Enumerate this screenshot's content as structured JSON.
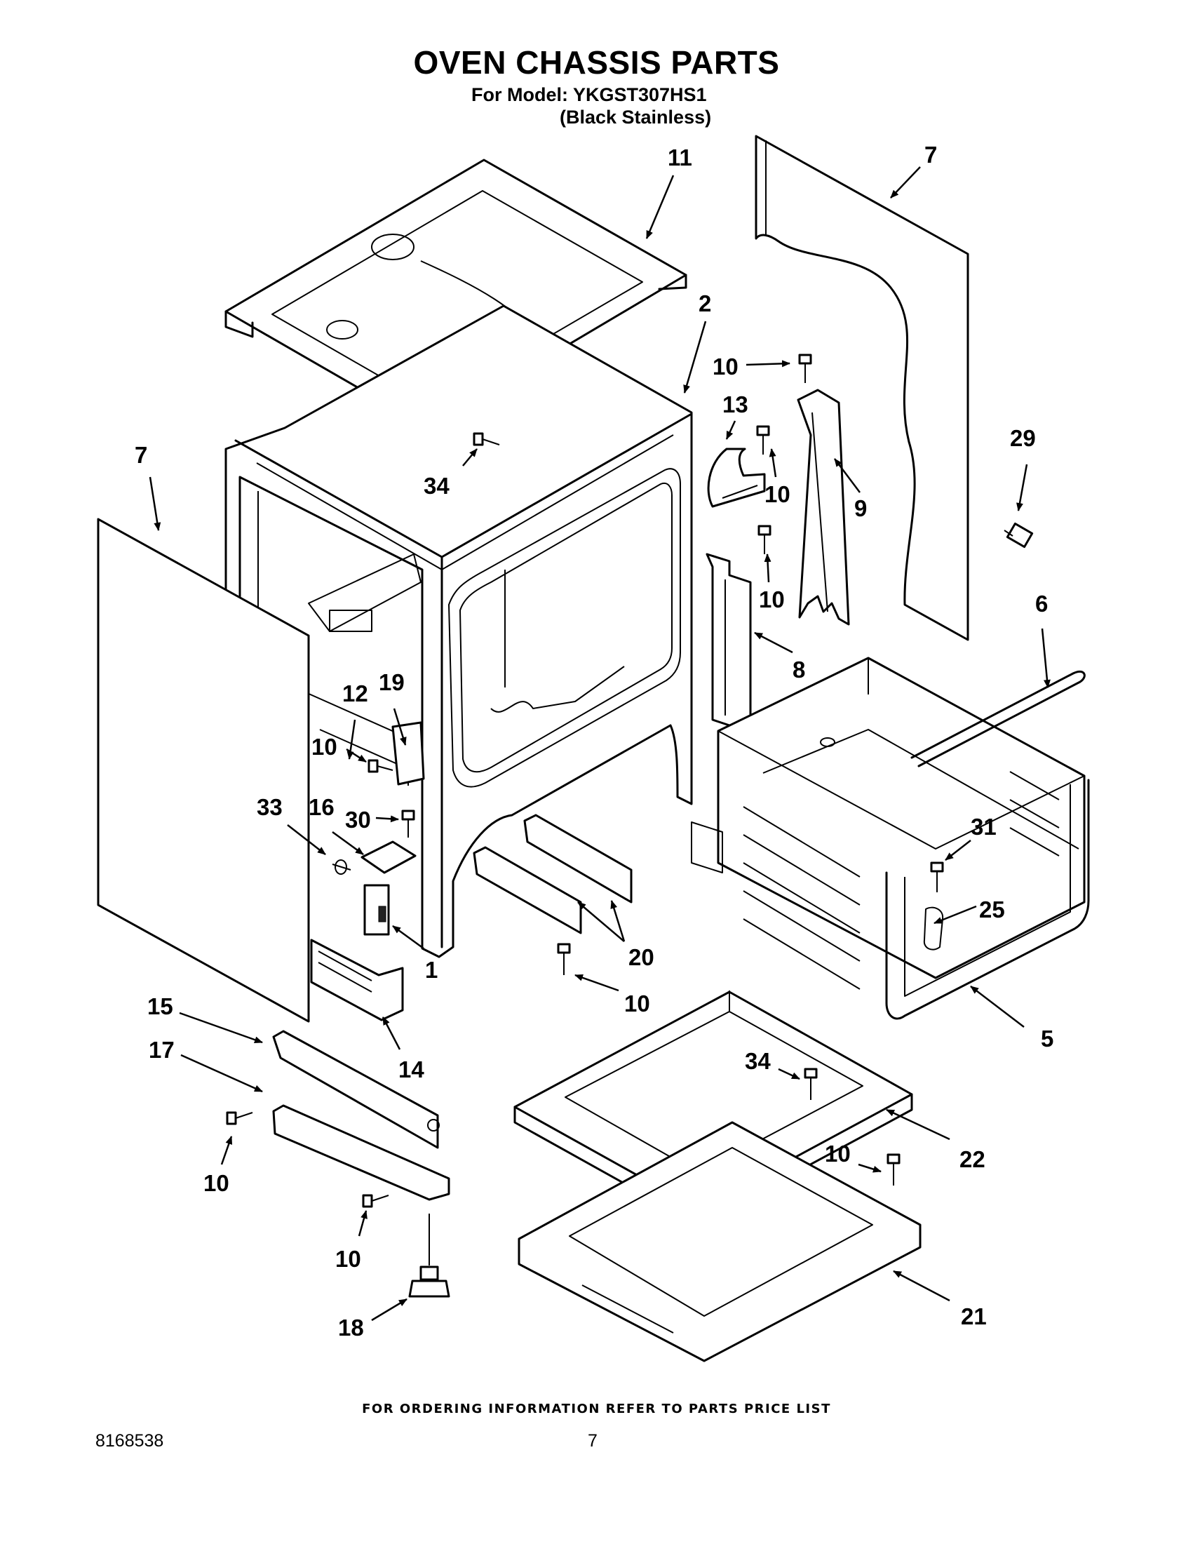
{
  "header": {
    "title": "OVEN CHASSIS PARTS",
    "model_line": "For Model: YKGST307HS1",
    "finish_line": "(Black Stainless)"
  },
  "footer": {
    "ordering_note": "FOR ORDERING INFORMATION REFER TO PARTS PRICE LIST",
    "document_number": "8168538",
    "page_number": "7"
  },
  "callouts": [
    {
      "id": "c11",
      "label": "11"
    },
    {
      "id": "c7a",
      "label": "7"
    },
    {
      "id": "c2",
      "label": "2"
    },
    {
      "id": "c10a",
      "label": "10"
    },
    {
      "id": "c13",
      "label": "13"
    },
    {
      "id": "c29",
      "label": "29"
    },
    {
      "id": "c10b",
      "label": "10"
    },
    {
      "id": "c9",
      "label": "9"
    },
    {
      "id": "c34a",
      "label": "34"
    },
    {
      "id": "c7b",
      "label": "7"
    },
    {
      "id": "c10c",
      "label": "10"
    },
    {
      "id": "c6",
      "label": "6"
    },
    {
      "id": "c8",
      "label": "8"
    },
    {
      "id": "c12",
      "label": "12"
    },
    {
      "id": "c19",
      "label": "19"
    },
    {
      "id": "c10d",
      "label": "10"
    },
    {
      "id": "c33",
      "label": "33"
    },
    {
      "id": "c16",
      "label": "16"
    },
    {
      "id": "c30",
      "label": "30"
    },
    {
      "id": "c31",
      "label": "31"
    },
    {
      "id": "c25",
      "label": "25"
    },
    {
      "id": "c1",
      "label": "1"
    },
    {
      "id": "c20",
      "label": "20"
    },
    {
      "id": "c10e",
      "label": "10"
    },
    {
      "id": "c15",
      "label": "15"
    },
    {
      "id": "c17",
      "label": "17"
    },
    {
      "id": "c14",
      "label": "14"
    },
    {
      "id": "c5",
      "label": "5"
    },
    {
      "id": "c34b",
      "label": "34"
    },
    {
      "id": "c10f",
      "label": "10"
    },
    {
      "id": "c22",
      "label": "22"
    },
    {
      "id": "c10g",
      "label": "10"
    },
    {
      "id": "c10h",
      "label": "10"
    },
    {
      "id": "c21",
      "label": "21"
    },
    {
      "id": "c18",
      "label": "18"
    }
  ]
}
